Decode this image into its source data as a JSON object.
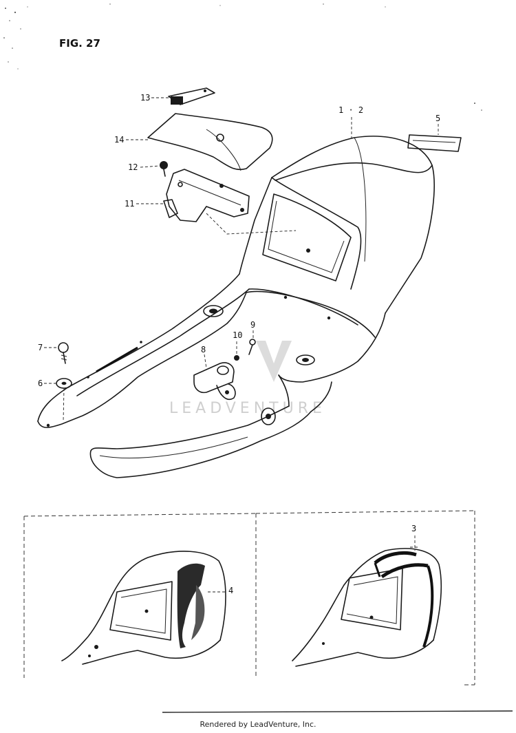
{
  "figure": {
    "title": "FIG. 27"
  },
  "callouts": [
    {
      "id": "13",
      "label": "13"
    },
    {
      "id": "14",
      "label": "14"
    },
    {
      "id": "12",
      "label": "12"
    },
    {
      "id": "11",
      "label": "11"
    },
    {
      "id": "1-2",
      "label": "1 · 2"
    },
    {
      "id": "5",
      "label": "5"
    },
    {
      "id": "7",
      "label": "7"
    },
    {
      "id": "6",
      "label": "6"
    },
    {
      "id": "10",
      "label": "10"
    },
    {
      "id": "9",
      "label": "9"
    },
    {
      "id": "8",
      "label": "8"
    },
    {
      "id": "4",
      "label": "4"
    },
    {
      "id": "3",
      "label": "3"
    }
  ],
  "watermark": {
    "text": "LEADVENTURE"
  },
  "footer": {
    "text": "Rendered by LeadVenture, Inc."
  }
}
